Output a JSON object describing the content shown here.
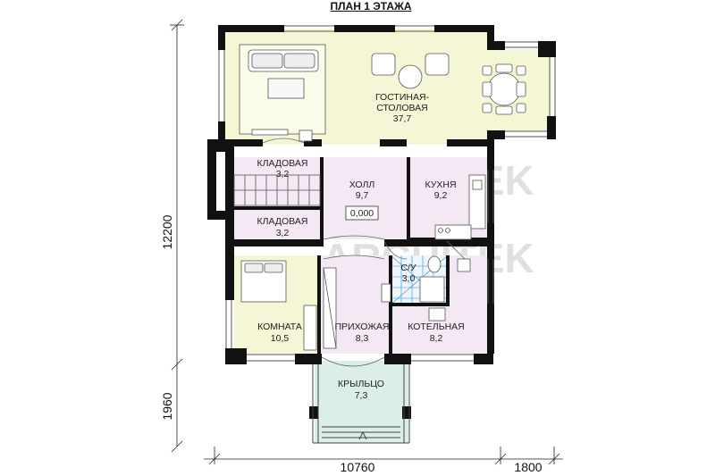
{
  "title": "ПЛАН 1 ЭТАЖА",
  "rooms": [
    {
      "name": "ГОСТИНАЯ-",
      "name2": "СТОЛОВАЯ",
      "area": "37,7"
    },
    {
      "name": "КЛАДОВАЯ",
      "area": "3,2"
    },
    {
      "name": "ХОЛЛ",
      "area": "9,7"
    },
    {
      "name": "КУХНЯ",
      "area": "9,2"
    },
    {
      "name": "КЛАДОВАЯ",
      "area": "3,2"
    },
    {
      "name": "С/У",
      "area": "3,0"
    },
    {
      "name": "КОМНАТА",
      "area": "10,5"
    },
    {
      "name": "ПРИХОЖАЯ",
      "area": "8,3"
    },
    {
      "name": "КОТЕЛЬНАЯ",
      "area": "8,2"
    },
    {
      "name": "КРЫЛЬЦО",
      "area": "7,3"
    }
  ],
  "level_mark": "0,000",
  "dimensions": {
    "height_main": "12200",
    "height_porch": "1960",
    "width_main": "10760",
    "width_bay": "1800"
  },
  "watermark": "ARCHITEK",
  "colors": {
    "living": "#f5f6d6",
    "pink": "#f3e8f3",
    "porch": "#dcefe6",
    "wall": "#111111",
    "bath_tile": "#2a8fd6"
  }
}
